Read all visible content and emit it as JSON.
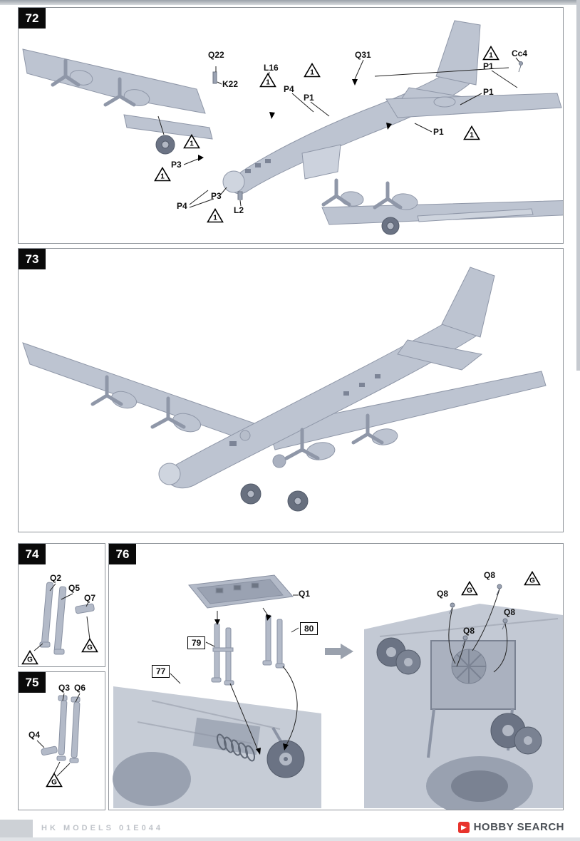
{
  "colors": {
    "accent_red": "#e8332c",
    "render_gray": "#bdc4d1"
  },
  "steps": {
    "s72": {
      "number": "72",
      "tri": "1",
      "labels": {
        "q22": "Q22",
        "k22": "K22",
        "l16": "L16",
        "p4a": "P4",
        "p1a": "P1",
        "q31": "Q31",
        "cc4": "Cc4",
        "p1b": "P1",
        "p1c": "P1",
        "p1d": "P1",
        "p3a": "P3",
        "p4b": "P4",
        "p3b": "P3",
        "l2": "L2"
      }
    },
    "s73": {
      "number": "73"
    },
    "s74": {
      "number": "74",
      "tri": "G",
      "labels": {
        "q2": "Q2",
        "q5": "Q5",
        "q7": "Q7"
      }
    },
    "s75": {
      "number": "75",
      "tri": "G",
      "labels": {
        "q3": "Q3",
        "q6": "Q6",
        "q4": "Q4"
      }
    },
    "s76": {
      "number": "76",
      "tri": "G",
      "labels": {
        "q1": "Q1",
        "q8a": "Q8",
        "q8b": "Q8",
        "q8c": "Q8",
        "q8d": "Q8"
      },
      "boxes": {
        "b77": "77",
        "b79": "79",
        "b80": "80"
      }
    }
  },
  "footer": {
    "code": "HK MODELS 01E044",
    "brand": "HOBBY SEARCH"
  }
}
